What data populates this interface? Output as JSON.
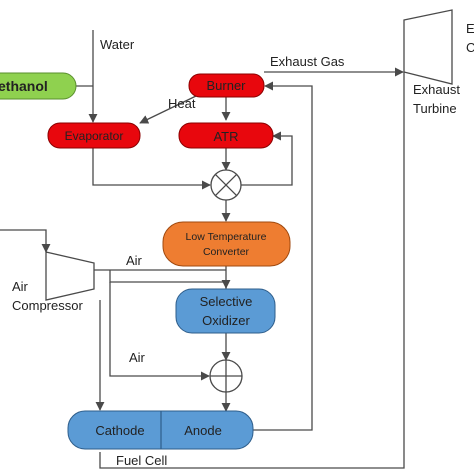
{
  "diagram": {
    "nodes": {
      "ethanol": "ethanol",
      "burner": "Burner",
      "evaporator": "Evaporator",
      "atr": "ATR",
      "ltc_line1": "Low Temperature",
      "ltc_line2": "Converter",
      "so_line1": "Selective",
      "so_line2": "Oxidizer",
      "cathode": "Cathode",
      "anode": "Anode"
    },
    "labels": {
      "water": "Water",
      "heat": "Heat",
      "exhaust_gas": "Exhaust Gas",
      "air_top": "Air",
      "air_bottom": "Air",
      "air_compressor_line1": "Air",
      "air_compressor_line2": "Compressor",
      "exhaust_turbine_line1": "Exhaust",
      "exhaust_turbine_line2": "Turbine",
      "fuel_cell": "Fuel Cell",
      "cut_e": "E",
      "cut_c": "C"
    },
    "colors": {
      "red": "#e8070d",
      "green": "#8fd14f",
      "orange": "#ee7d31",
      "blue": "#5b9bd5",
      "line": "#4a4a4a"
    }
  }
}
